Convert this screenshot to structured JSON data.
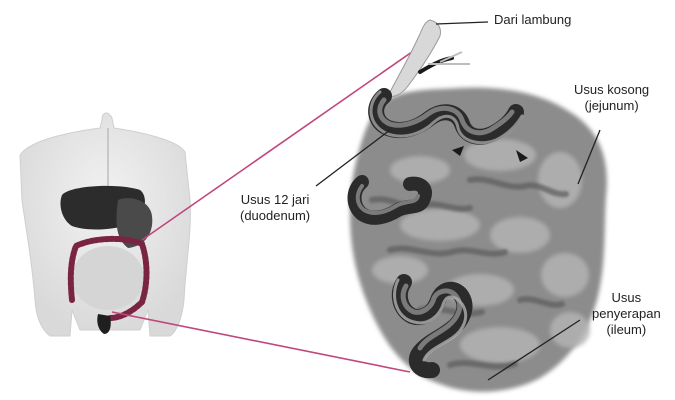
{
  "labels": {
    "dari_lambung": "Dari lambung",
    "usus_kosong_line1": "Usus kosong",
    "usus_kosong_line2": "(jejunum)",
    "usus_12_jari_line1": "Usus 12 jari",
    "usus_12_jari_line2": "(duodenum)",
    "usus_penyerapan_line1": "Usus",
    "usus_penyerapan_line2": "penyerapan",
    "usus_penyerapan_line3": "(ileum)"
  },
  "colors": {
    "connector": "#c0467c",
    "intestine_dark": "#2a2a2a",
    "intestine_mid": "#6b6b6b",
    "intestine_light": "#9a9a9a",
    "body": "#e6e6e6",
    "colon": "#8a2a4a"
  }
}
